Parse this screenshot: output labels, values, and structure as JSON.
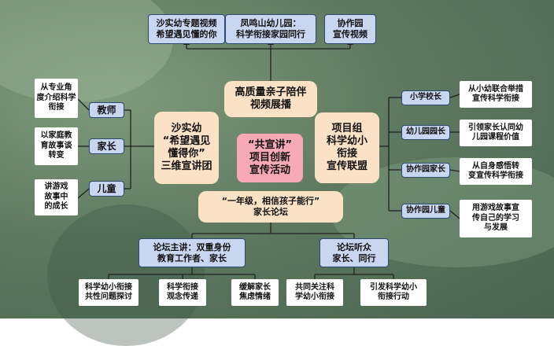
{
  "top": {
    "video1": "沙实幼专题视频\n希望遇见懂的你",
    "video2": "凤鸣山幼儿园：\n科学衔接家园同行",
    "video3": "协作园\n宣传视频"
  },
  "center_top": "高质量亲子陪伴\n视频展播",
  "center": "“共宣讲”\n项目创新\n宣传活动",
  "left_team": "沙实幼\n“希望遇见\n懂得你”\n三维宣讲团",
  "right_alliance": "项目组\n科学幼小\n衔接\n宣传联盟",
  "left_roles": [
    "教师",
    "家长",
    "儿童"
  ],
  "left_notes": [
    "从专业角\n度介绍科学\n衔接",
    "以家庭教\n育故事谈\n转变",
    "讲游戏\n故事中\n的成长"
  ],
  "right_roles": [
    "小学校长",
    "幼儿园园长",
    "协作园家长",
    "协作园儿童"
  ],
  "right_notes": [
    "从小幼联合举措\n宣传科学衔接",
    "引领家长认同幼\n儿园课程价值",
    "从自身感悟转\n变宣传科学衔接",
    "用游戏故事宣\n传自己的学习\n与发展"
  ],
  "forum": "“一年级，相信孩子能行”\n家长论坛",
  "forum_host": "论坛主讲：双重身份\n教育工作者、家长",
  "forum_audience": "论坛听众\n家长、同行",
  "bottom": [
    "科学幼小衔接\n共性问题探讨",
    "科学衔接\n观念传递",
    "缓解家长\n焦虑情绪",
    "共同关注科\n学幼小衔接",
    "引发科学幼小\n衔接行动"
  ],
  "colors": {
    "blue_box": "#c9d6ef",
    "peach_box": "#fbe2c6",
    "pink_box": "#f8a9b6",
    "line": "#222222"
  }
}
